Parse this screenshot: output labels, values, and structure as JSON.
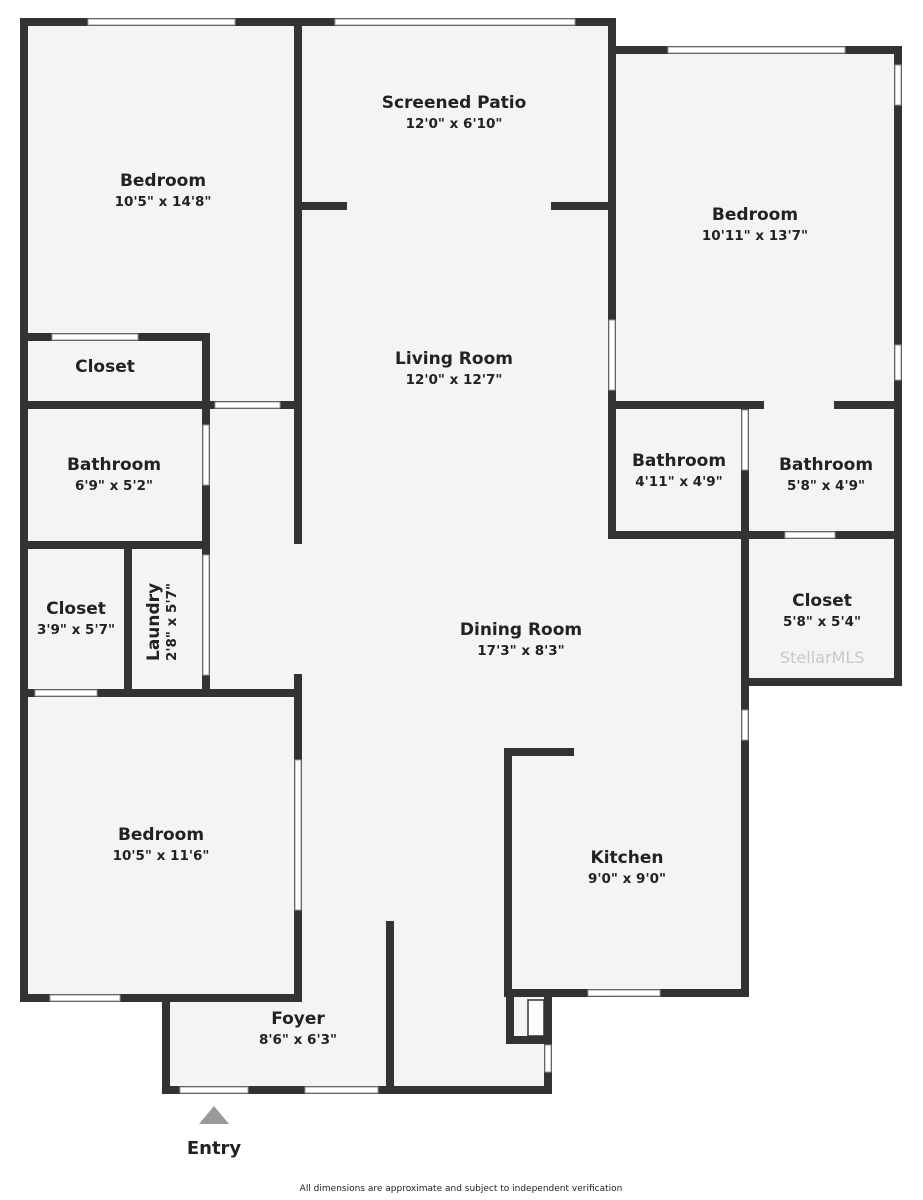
{
  "rooms": [
    {
      "name": "Bedroom",
      "dims": "10'5\" x 14'8\""
    },
    {
      "name": "Screened Patio",
      "dims": "12'0\" x 6'10\""
    },
    {
      "name": "Bedroom",
      "dims": "10'11\" x 13'7\""
    },
    {
      "name": "Closet",
      "dims": ""
    },
    {
      "name": "Living Room",
      "dims": "12'0\" x 12'7\""
    },
    {
      "name": "Bathroom",
      "dims": "6'9\" x 5'2\""
    },
    {
      "name": "Bathroom",
      "dims": "4'11\" x 4'9\""
    },
    {
      "name": "Bathroom",
      "dims": "5'8\" x 4'9\""
    },
    {
      "name": "Closet",
      "dims": "3'9\" x 5'7\""
    },
    {
      "name": "Laundry",
      "dims": "2'8\" x 5'7\""
    },
    {
      "name": "Dining Room",
      "dims": "17'3\" x 8'3\""
    },
    {
      "name": "Closet",
      "dims": "5'8\" x 5'4\""
    },
    {
      "name": "Bedroom",
      "dims": "10'5\" x 11'6\""
    },
    {
      "name": "Kitchen",
      "dims": "9'0\" x 9'0\""
    },
    {
      "name": "Foyer",
      "dims": "8'6\" x 6'3\""
    }
  ],
  "entry_label": "Entry",
  "disclaimer": "All dimensions are approximate and subject to independent verification",
  "watermark": "StellarMLS",
  "colors": {
    "wall": "#333333",
    "floor": "#f4f4f4",
    "window": "#ffffff"
  }
}
